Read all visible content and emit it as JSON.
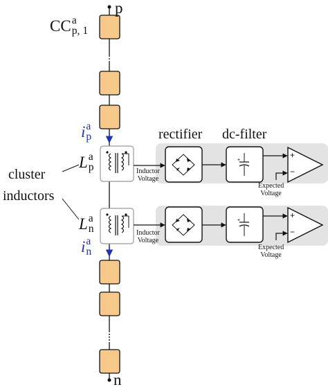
{
  "terminals": {
    "top": "p",
    "bottom": "n"
  },
  "labels": {
    "cc_main": "CC",
    "cc_sup": "a",
    "cc_sub": "p, 1",
    "current_p_symbol": "i",
    "current_p_sup": "a",
    "current_p_sub": "p",
    "current_n_symbol": "i",
    "current_n_sup": "a",
    "current_n_sub": "n",
    "inductor_p_symbol": "L",
    "inductor_p_sup": "a",
    "inductor_p_sub": "p",
    "inductor_n_symbol": "L",
    "inductor_n_sup": "a",
    "inductor_n_sub": "n",
    "cluster_line1": "cluster",
    "cluster_line2": "inductors",
    "rectifier": "rectifier",
    "dc_filter": "dc-filter",
    "inductor_voltage_top_l1": "Inductor",
    "inductor_voltage_top_l2": "Voltage",
    "inductor_voltage_bot_l1": "Inductor",
    "inductor_voltage_bot_l2": "Voltage",
    "expected_top_l1": "Expected",
    "expected_top_l2": "Voltage",
    "expected_bot_l1": "Expected",
    "expected_bot_l2": "Voltage",
    "plus": "+",
    "minus": "−"
  },
  "colors": {
    "cell_fill": "#f6c88a",
    "band_fill": "#e3e3e3",
    "current_arrow": "#2233aa",
    "line": "#111111"
  }
}
